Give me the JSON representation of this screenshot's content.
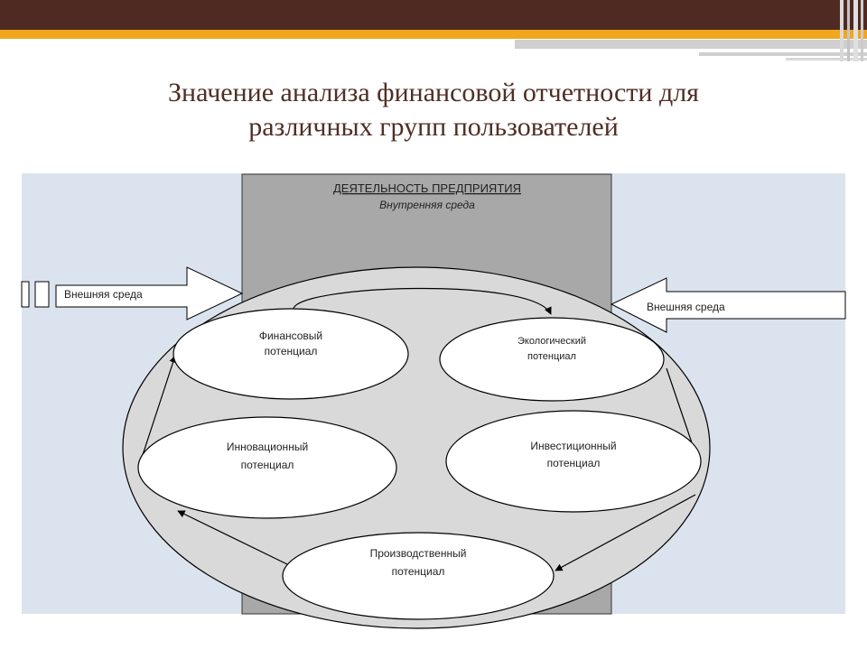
{
  "title": {
    "line1": "Значение анализа финансовой отчетности для",
    "line2": "различных групп пользователей"
  },
  "diagram": {
    "enterprise_title": "ДЕЯТЕЛЬНОСТЬ ПРЕДПРИЯТИЯ",
    "enterprise_subtitle": "Внутренняя среда",
    "external_left": "Внешняя среда",
    "external_right": "Внешняя среда",
    "nodes": {
      "financial": [
        "Финансовый",
        "потенциал"
      ],
      "ecological": [
        "Экологический",
        "потенциал"
      ],
      "innovation": [
        "Инновационный",
        "потенциал"
      ],
      "investment": [
        "Инвестиционный",
        "потенциал"
      ],
      "production": [
        "Производственный",
        "потенциал"
      ]
    }
  },
  "colors": {
    "header_bar": "#4e2a22",
    "accent_gold": "#f0a71e",
    "background_panel": "#dbe4ee",
    "enterprise_box": "#a8a8a8",
    "outer_ellipse": "#d9d9d9",
    "title_text": "#4f2f24"
  }
}
